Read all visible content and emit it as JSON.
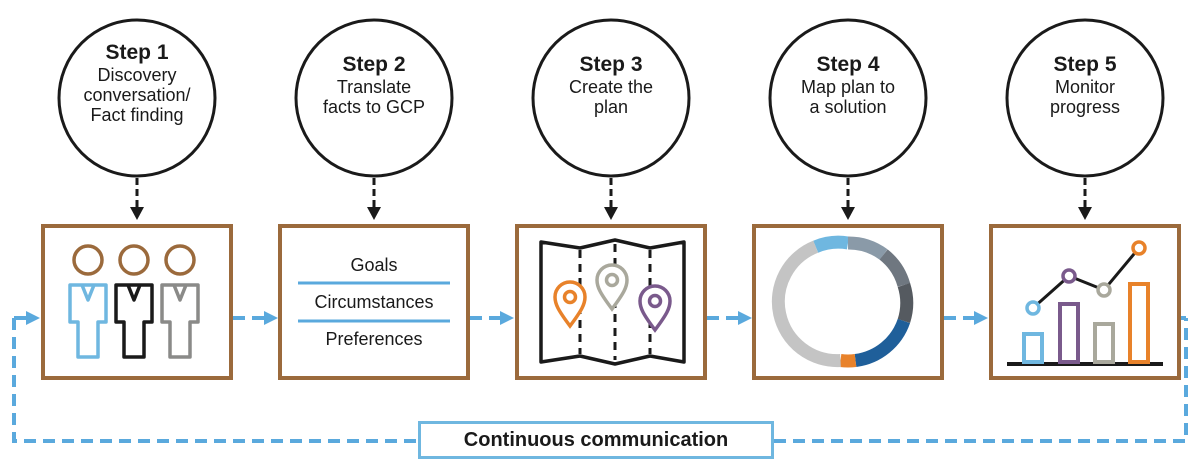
{
  "steps": [
    {
      "title": "Step 1",
      "desc": [
        "Discovery",
        "conversation/",
        "Fact finding"
      ]
    },
    {
      "title": "Step 2",
      "desc": [
        "Translate",
        "facts to GCP"
      ]
    },
    {
      "title": "Step 3",
      "desc": [
        "Create the",
        "plan"
      ]
    },
    {
      "title": "Step 4",
      "desc": [
        "Map plan to",
        "a solution"
      ]
    },
    {
      "title": "Step 5",
      "desc": [
        "Monitor",
        "progress"
      ]
    }
  ],
  "box2_items": [
    "Goals",
    "Circumstances",
    "Preferences"
  ],
  "footer_label": "Continuous communication",
  "icons": [
    "people-icon",
    "list-icon",
    "map-icon",
    "donut-chart-icon",
    "growth-chart-icon"
  ],
  "colors": {
    "box_border": "#9b6a3c",
    "connector": "#5aa9dd",
    "light_blue": "#6fb7e0",
    "orange": "#e8822a",
    "purple": "#7a5a8c",
    "gray": "#8a8a88",
    "dark": "#1a1a1a"
  }
}
